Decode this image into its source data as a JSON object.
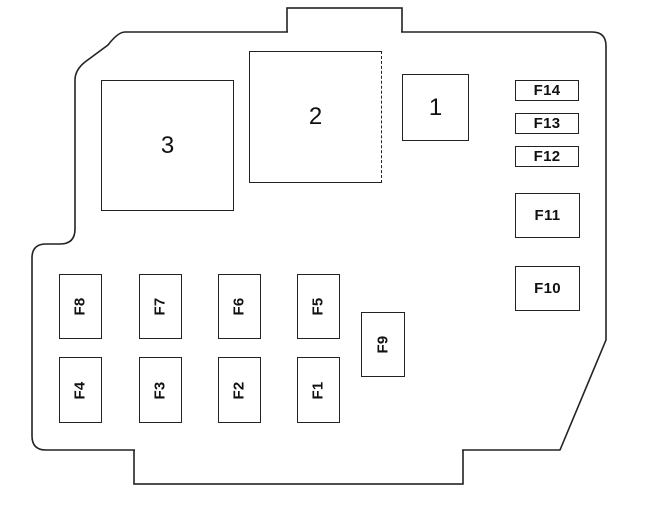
{
  "relays": {
    "r1": "1",
    "r2": "2",
    "r3": "3"
  },
  "fuses": {
    "f1": "F1",
    "f2": "F2",
    "f3": "F3",
    "f4": "F4",
    "f5": "F5",
    "f6": "F6",
    "f7": "F7",
    "f8": "F8",
    "f9": "F9",
    "f10": "F10",
    "f11": "F11",
    "f12": "F12",
    "f13": "F13",
    "f14": "F14"
  },
  "colors": {
    "stroke": "#222222",
    "background": "#ffffff"
  }
}
